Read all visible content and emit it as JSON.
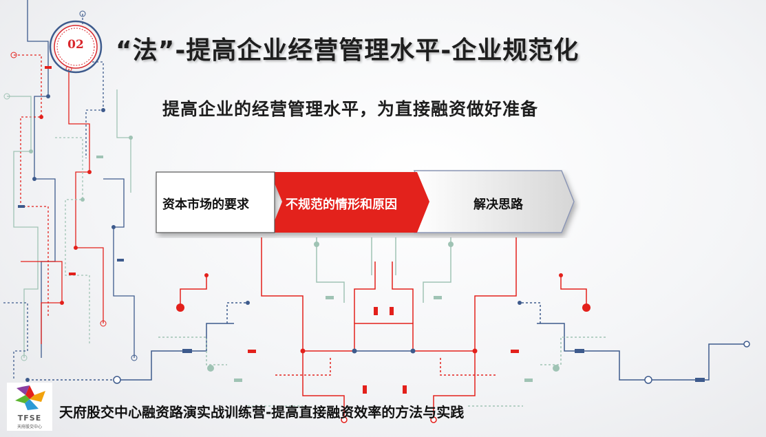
{
  "section": {
    "number": "02"
  },
  "title": "“法”-提高企业经营管理水平-企业规范化",
  "subtitle": "提高企业的经营管理水平，为直接融资做好准备",
  "steps": [
    {
      "label": "资本市场的要求"
    },
    {
      "label": "不规范的情形和原因"
    },
    {
      "label": "解决思路"
    }
  ],
  "logo": {
    "text": "TFSE",
    "cn_text": "天府股交中心"
  },
  "footer": "天府股交中心融资路演实战训练营-提高直接融资效率的方法与实践",
  "colors": {
    "accent_red": "#e3201b",
    "navy": "#3d5a8c",
    "teal": "#9fc3b4",
    "grey_arrow": "#e6e6e6"
  }
}
